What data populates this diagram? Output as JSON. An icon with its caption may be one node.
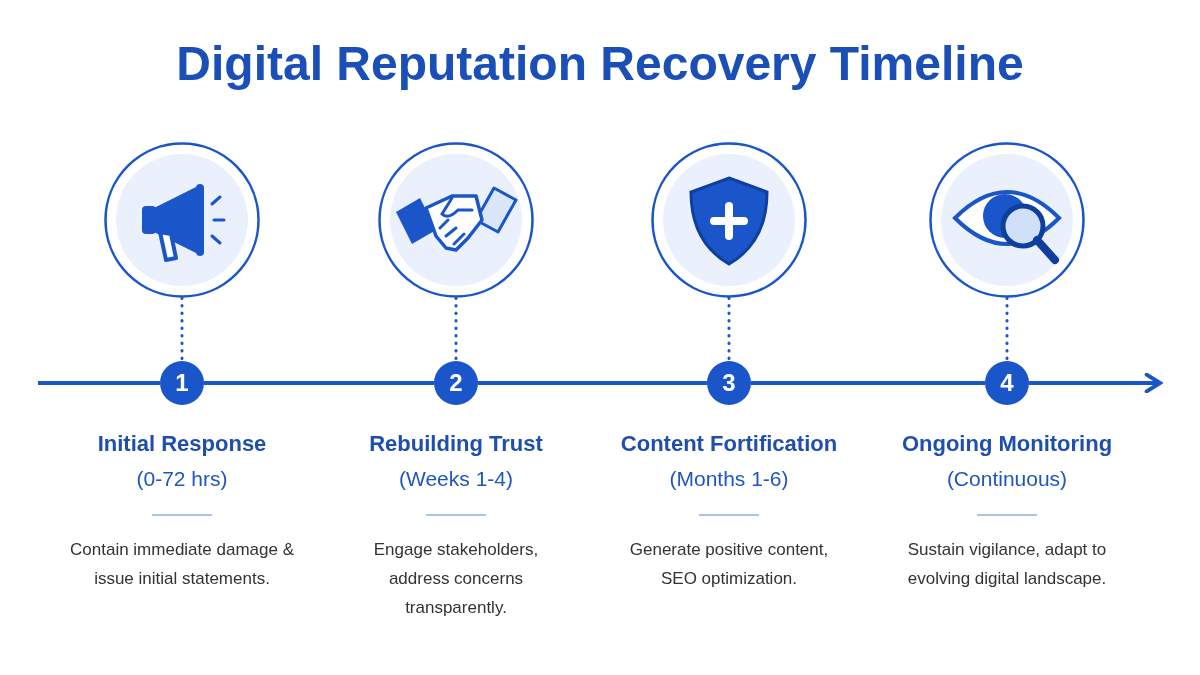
{
  "diagram": {
    "title": "Digital Reputation Recovery Timeline",
    "nodes": [
      {
        "text": [],
        "shape": "circle"
      },
      {
        "text": [],
        "shape": "circle"
      },
      {
        "text": [],
        "shape": "circle"
      },
      {
        "text": [],
        "shape": "circle"
      },
      {
        "text": [
          "1"
        ]
      },
      {
        "text": [
          "2"
        ]
      },
      {
        "text": [
          "3"
        ]
      },
      {
        "text": [
          "4"
        ]
      }
    ],
    "edges": [
      {
        "from": 0,
        "to": 4,
        "arrow": "none",
        "style": "dashed"
      },
      {
        "from": 1,
        "to": 5,
        "arrow": "none",
        "style": "dashed"
      },
      {
        "from": 2,
        "to": 6,
        "arrow": "none",
        "style": "dashed"
      },
      {
        "from": 3,
        "to": 7,
        "arrow": "none",
        "style": "dashed"
      },
      {
        "from": null,
        "to": 4,
        "arrow": "none"
      },
      {
        "from": 4,
        "to": 5,
        "arrow": "none"
      },
      {
        "from": 5,
        "to": 6,
        "arrow": "none"
      },
      {
        "from": 6,
        "to": 7,
        "arrow": "none"
      },
      {
        "from": 7,
        "to": null,
        "arrow": "to"
      }
    ],
    "labels": [
      "Initial Response",
      "(0-72 hrs)",
      "Contain immediate damage & issue initial statements.",
      "Rebuilding Trust",
      "(Weeks 1-4)",
      "Engage stakeholders, address concerns transparently.",
      "Content Fortification",
      "(Months 1-6)",
      "Generate positive content, SEO optimization.",
      "Ongoing Monitoring",
      "(Continuous)",
      "Sustain vigilance, adapt to evolving digital landscape."
    ]
  }
}
